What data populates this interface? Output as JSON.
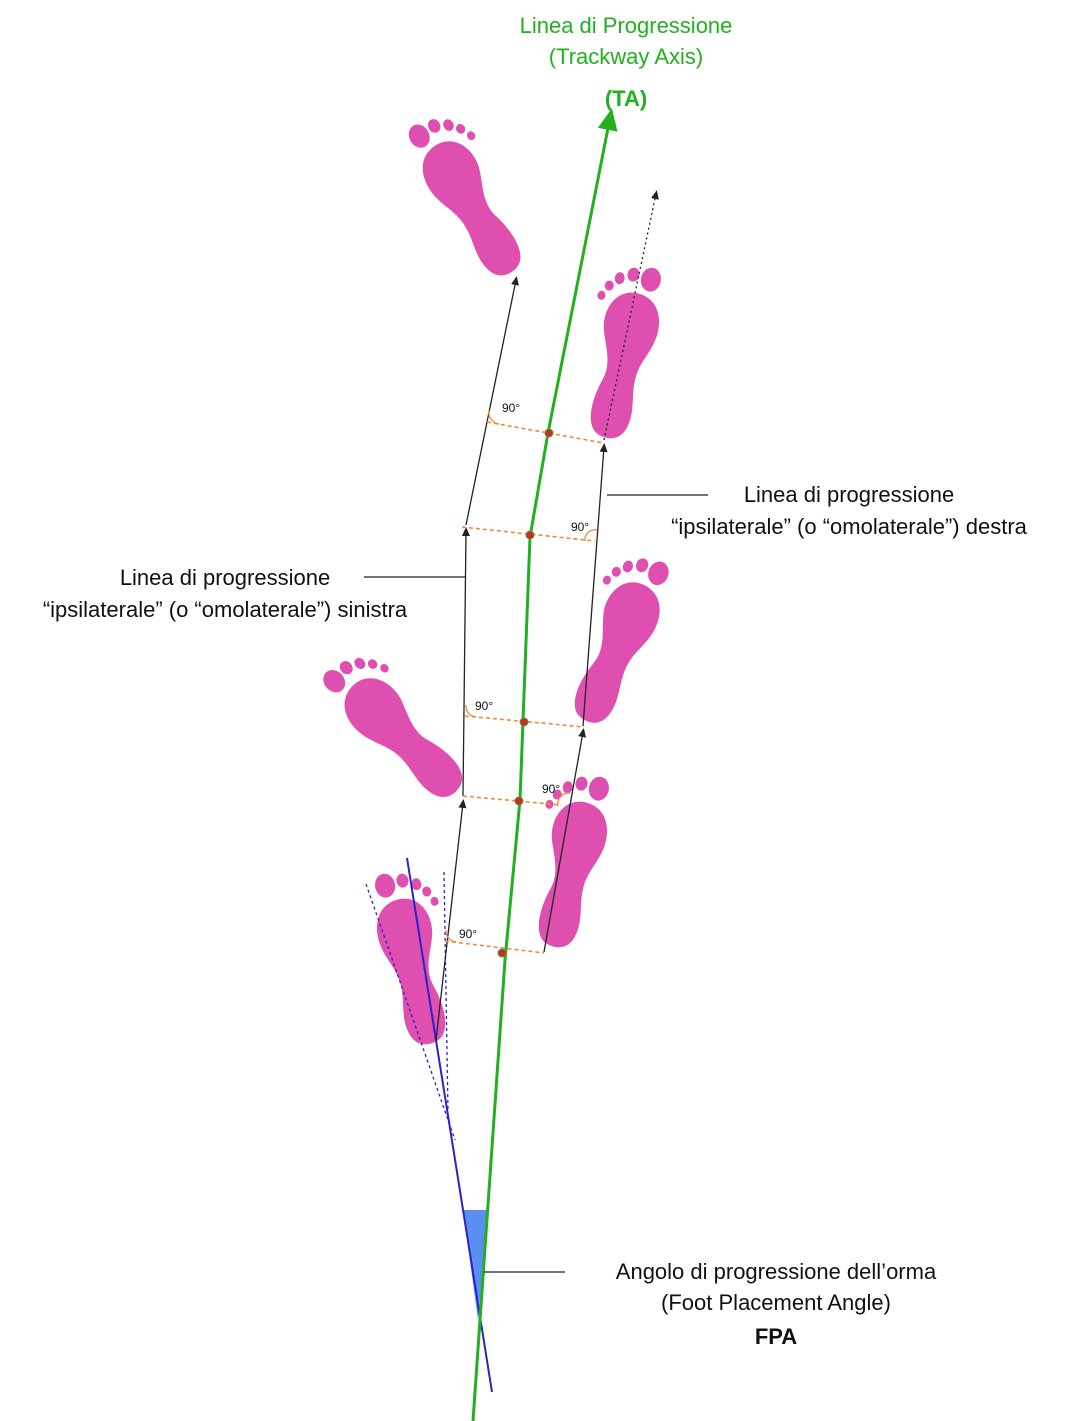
{
  "trackway_axis": {
    "title_line1": "Linea di Progressione",
    "title_line2": "(Trackway Axis)",
    "abbreviation": "(TA)",
    "color": "#22b020"
  },
  "right_ipsilateral": {
    "line1": "Linea di progressione",
    "line2": "“ipsilaterale” (o “omolaterale”) destra"
  },
  "left_ipsilateral": {
    "line1": "Linea di progressione",
    "line2": "“ipsilaterale” (o “omolaterale”) sinistra"
  },
  "foot_placement_angle": {
    "line1": "Angolo di progressione dell’orma",
    "line2": "(Foot Placement Angle)",
    "abbreviation": "FPA",
    "fill_color": "#5b8ef0",
    "line_color": "#2b22c8"
  },
  "right_angles": [
    "90°",
    "90°",
    "90°",
    "90°",
    "90°"
  ],
  "colors": {
    "footprint": "#de4fb0",
    "perpendicular": "#f08a3c",
    "intersection_dot": "#c0302a",
    "progression_line": "#222222"
  }
}
